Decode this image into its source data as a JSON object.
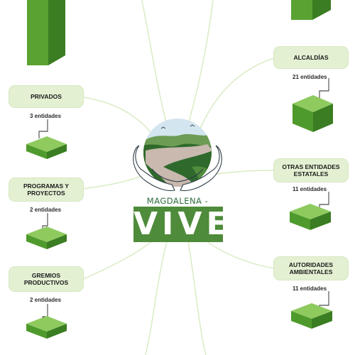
{
  "logo": {
    "title": "MAGDALENA - CAUCA",
    "word": "VIVE"
  },
  "nodes": [
    {
      "label": "PRIVADOS",
      "count": "3 entidades"
    },
    {
      "label": "PROGRAMAS Y PROYECTOS",
      "count": "2 entidades"
    },
    {
      "label": "GREMIOS PRODUCTIVOS",
      "count": "2 entidades"
    },
    {
      "label": "ALCALDÍAS",
      "count": "21 entidades"
    },
    {
      "label": "OTRAS ENTIDADES ESTATALES",
      "count": "11 entidades"
    },
    {
      "label": "AUTORIDADES AMBIENTALES",
      "count": "11 entidades"
    }
  ],
  "colors": {
    "connector": "#d9ecc4",
    "card": "#e3f0d2",
    "cube_top": "#8fca5f",
    "cube_front": "#4f9a2c",
    "cube_side": "#3a7d22",
    "brand": "#4e8b3a"
  }
}
